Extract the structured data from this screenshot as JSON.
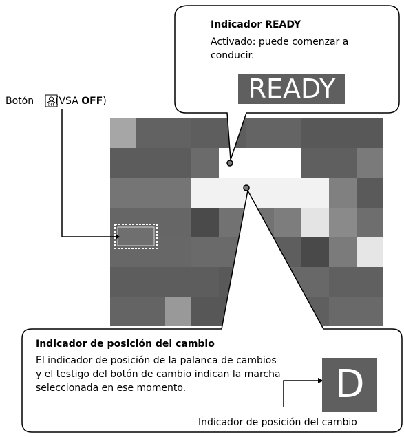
{
  "vsa_label": {
    "prefix": "Botón",
    "paren_open": "(VSA ",
    "off": "OFF",
    "paren_close": ")",
    "icon": "vsa-off-icon"
  },
  "ready_callout": {
    "title": "Indicador READY",
    "description": "Activado: puede comenzar a conducir.",
    "display": "READY"
  },
  "gear_callout": {
    "title": "Indicador de posición del cambio",
    "description": "El indicador de posición de la palanca de cambios y el testigo del botón de cambio indican la marcha seleccionada en ese momento.",
    "display": "D",
    "caption": "Indicador de posición del cambio"
  },
  "colors": {
    "panel_gray": "#5f5f5f",
    "highlight": "#f2f2f2"
  }
}
